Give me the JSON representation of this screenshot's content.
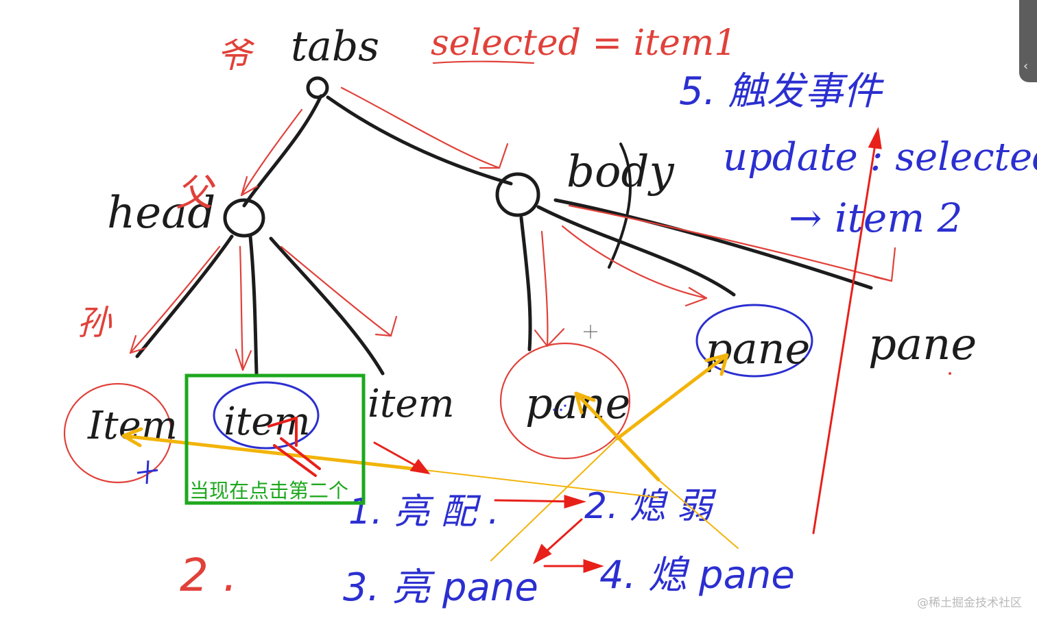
{
  "colors": {
    "ink": "#1c1c1c",
    "red": "#e0413a",
    "blue": "#2b2fd0",
    "green": "#1ea81e",
    "orange": "#f2b40a",
    "arrow_red": "#e8201a"
  },
  "labels": {
    "parent_char": "爷",
    "tabs": "tabs",
    "selected_note": "selected = item1",
    "head": "head",
    "head_char": "父",
    "body": "body",
    "grandchild_char": "孙",
    "item1": "Item",
    "item2": "item",
    "item3": "item",
    "pane1": "pane",
    "pane2": "pane",
    "pane3": "pane"
  },
  "steps": {
    "step5": "5. 触发事件",
    "update": "update : selected",
    "arrow_item2": "→ item 2",
    "step1": "1. 亮 配 .",
    "step2": "2. 熄 弱",
    "step3": "3. 亮 pane",
    "step4": "4. 熄 pane",
    "number2": "2 ."
  },
  "callout": {
    "text": "当现在点击第二个"
  },
  "watermark": "@稀土掘金技术社区",
  "icons": {
    "cursor": "crosshair-icon",
    "panel": "side-panel-tab"
  }
}
